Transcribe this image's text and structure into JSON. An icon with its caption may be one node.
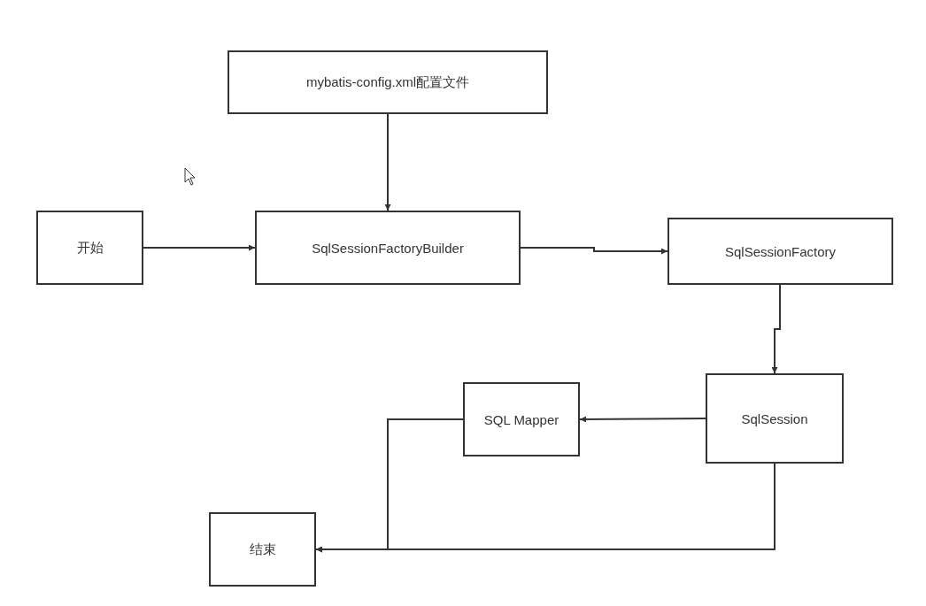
{
  "diagram": {
    "nodes": [
      {
        "text": [
          "mybatis-config.xml配置文件"
        ]
      },
      {
        "text": [
          "开始"
        ]
      },
      {
        "text": [
          "SqlSessionFactoryBuilder"
        ]
      },
      {
        "text": [
          "SqlSessionFactory"
        ]
      },
      {
        "text": [
          "SQL Mapper"
        ]
      },
      {
        "text": [
          "SqlSession"
        ]
      },
      {
        "text": [
          "结束"
        ]
      }
    ],
    "edges": [
      {
        "from": 0,
        "to": 2,
        "arrow": "to"
      },
      {
        "from": 1,
        "to": 2,
        "arrow": "to"
      },
      {
        "from": 2,
        "to": 3,
        "arrow": "to"
      },
      {
        "from": 3,
        "to": 5,
        "arrow": "to"
      },
      {
        "from": 5,
        "to": 4,
        "arrow": "to"
      },
      {
        "from": 4,
        "to": 6,
        "arrow": "to"
      },
      {
        "from": 5,
        "to": 6,
        "arrow": "to"
      }
    ]
  }
}
